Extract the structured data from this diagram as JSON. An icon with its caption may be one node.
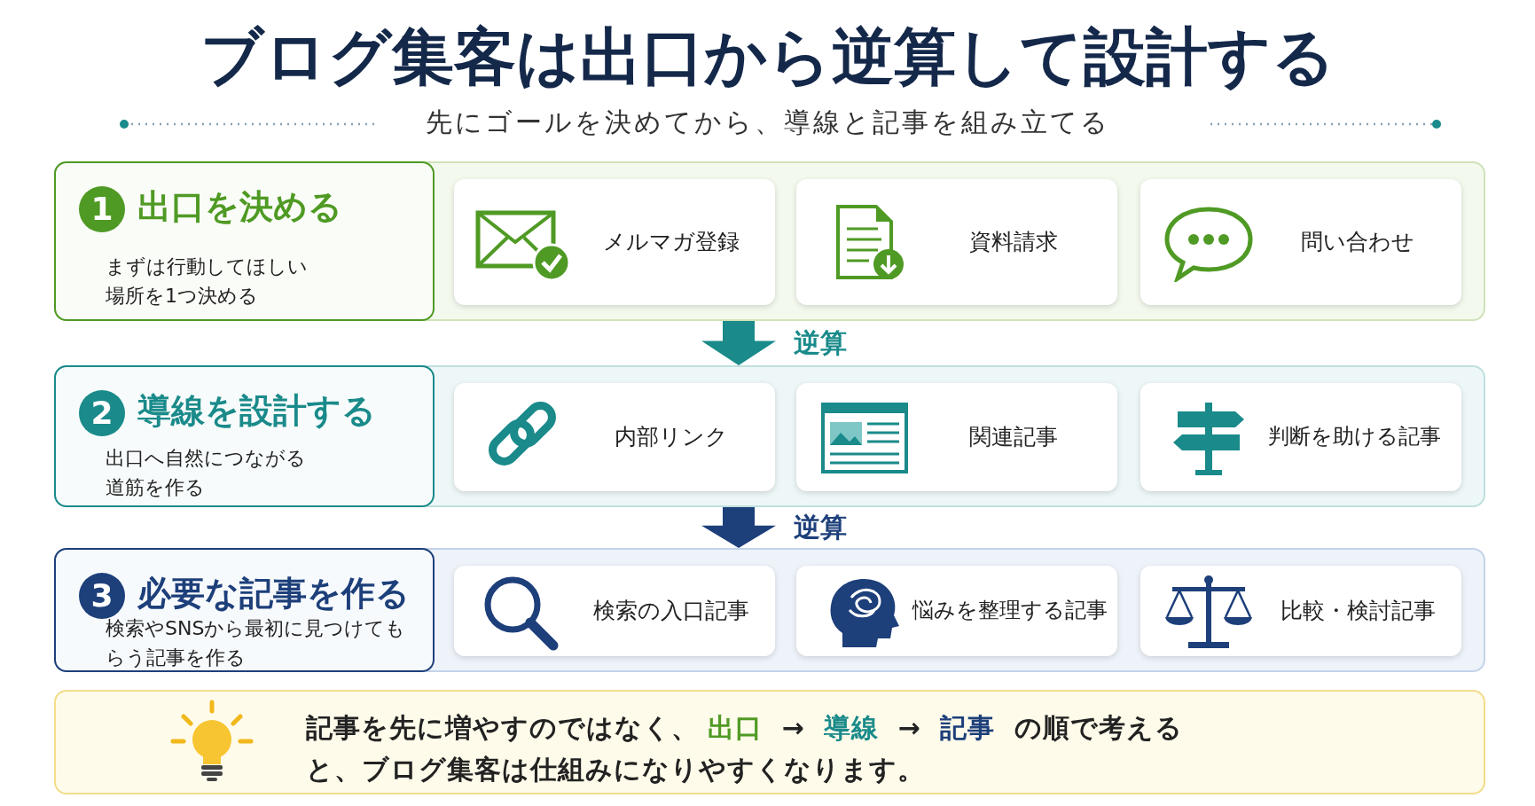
{
  "diagram": {
    "title": "ブログ集客は出口から逆算して設計する",
    "nodes": [
      {
        "text": [],
        "shape": "band"
      },
      {
        "text": [
          "1",
          "出口を決める",
          "まずは行動してほしい場所を1つ決める"
        ],
        "in": 0
      },
      {
        "text": [
          "メルマガ登録"
        ],
        "in": 0
      },
      {
        "text": [
          "資料請求"
        ],
        "in": 0
      },
      {
        "text": [
          "問い合わせ"
        ],
        "in": 0
      },
      {
        "text": [],
        "shape": "band"
      },
      {
        "text": [
          "2",
          "導線を設計する",
          "出口へ自然につながる道筋を作る"
        ],
        "in": 5
      },
      {
        "text": [
          "内部リンク"
        ],
        "in": 5
      },
      {
        "text": [
          "関連記事"
        ],
        "in": 5
      },
      {
        "text": [
          "判断を助ける記事"
        ],
        "in": 5
      },
      {
        "text": [],
        "shape": "band"
      },
      {
        "text": [
          "3",
          "必要な記事を作る",
          "検索やSNSから最初に見つけてもらう記事を作る"
        ],
        "in": 10
      },
      {
        "text": [
          "検索の入口記事"
        ],
        "in": 10
      },
      {
        "text": [
          "悩みを整理する記事"
        ],
        "in": 10
      },
      {
        "text": [
          "比較・検討記事"
        ],
        "in": 10
      },
      {
        "text": [
          "記事を先に増やすのではなく、**出口** → **導線** → **記事** の順で考えると、ブログ集客は仕組みになりやすくなります。"
        ]
      }
    ],
    "edges": [
      {
        "from": 0,
        "to": 5,
        "arrow": "to",
        "label": "逆算"
      },
      {
        "from": 5,
        "to": 10,
        "arrow": "to",
        "label": "逆算"
      }
    ],
    "labels": [
      "先にゴールを決めてから、導線と記事を組み立てる"
    ]
  }
}
